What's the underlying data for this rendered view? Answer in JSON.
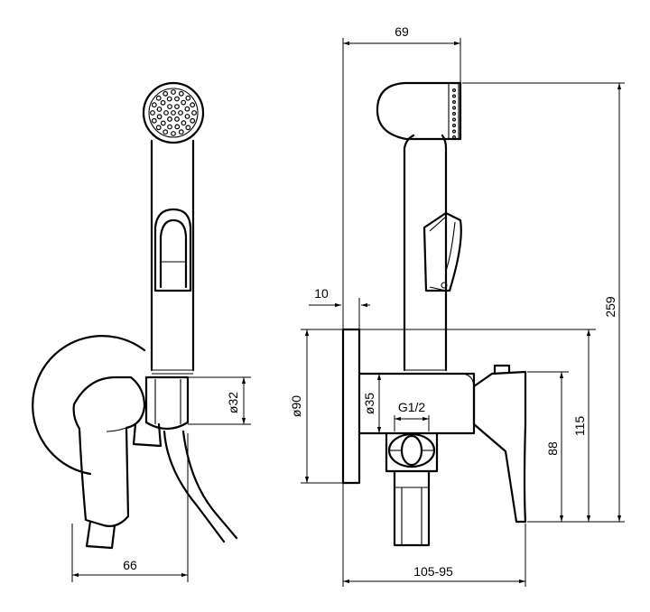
{
  "dimensions": {
    "front_width": "66",
    "front_hose_dia": "ø32",
    "top_width": "69",
    "flange_thickness": "10",
    "flange_dia": "ø90",
    "body_dia": "ø35",
    "thread": "G1/2",
    "overall_height": "259",
    "lever_height": "115",
    "body_height": "88",
    "depth_range": "105-95"
  }
}
